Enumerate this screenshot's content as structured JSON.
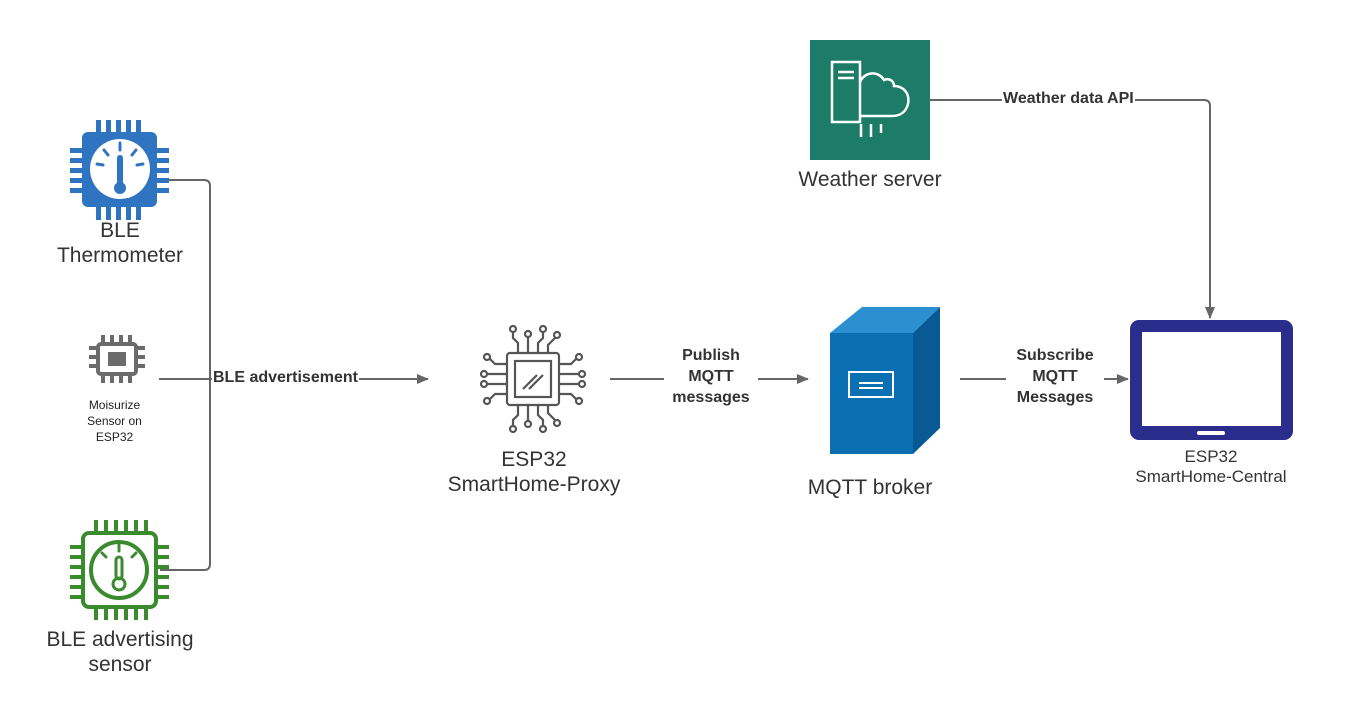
{
  "nodes": {
    "ble_thermometer": {
      "label_line1": "BLE",
      "label_line2": "Thermometer",
      "color": "#2f74c0"
    },
    "moisture_sensor": {
      "label_line1": "Moisurize",
      "label_line2": "Sensor on",
      "label_line3": "ESP32",
      "color": "#6b6b6b"
    },
    "ble_adv_sensor": {
      "label_line1": "BLE advertising",
      "label_line2": "sensor",
      "color": "#3a8a2e"
    },
    "proxy": {
      "label_line1": "ESP32",
      "label_line2": "SmartHome-Proxy",
      "color": "#555555"
    },
    "broker": {
      "label": "MQTT broker",
      "color": "#0a6fb3"
    },
    "weather": {
      "label": "Weather server",
      "color": "#1c7c68"
    },
    "central": {
      "label_line1": "ESP32",
      "label_line2": "SmartHome-Central",
      "color": "#2b2d8c"
    }
  },
  "edges": {
    "ble_adv": {
      "label": "BLE advertisement"
    },
    "publish": {
      "line1": "Publish",
      "line2": "MQTT",
      "line3": "messages"
    },
    "subscribe": {
      "line1": "Subscribe",
      "line2": "MQTT",
      "line3": "Messages"
    },
    "weather_api": {
      "label": "Weather data API"
    }
  },
  "colors": {
    "connector": "#666666",
    "background": "#ffffff"
  }
}
